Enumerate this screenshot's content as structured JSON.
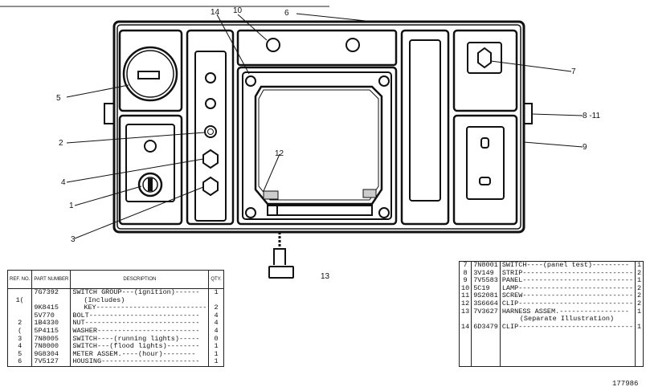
{
  "callouts": {
    "c1": "1",
    "c2": "2",
    "c3": "3",
    "c4": "4",
    "c5": "5",
    "c6": "6",
    "c7": "7",
    "c8_11": "8 -11",
    "c9": "9",
    "c10": "10",
    "c12": "12",
    "c13": "13",
    "c14": "14"
  },
  "headers": {
    "ref": "REF. NO.",
    "part": "PART NUMBER",
    "desc": "DESCRIPTION",
    "qty": "QTY."
  },
  "left_rows": [
    {
      "ref": "",
      "part": "7G7392",
      "desc": "SWITCH GROUP---(ignition)------",
      "qty": "1"
    },
    {
      "ref": "1(",
      "part": "",
      "desc": "(Includes)",
      "qty": ""
    },
    {
      "ref": "",
      "part": "9K8415",
      "desc": "KEY---------------------------",
      "qty": "2"
    },
    {
      "ref": "",
      "part": "5V770",
      "desc": "BOLT---------------------------",
      "qty": "4"
    },
    {
      "ref": "2",
      "part": "1B4330",
      "desc": "NUT----------------------------",
      "qty": "4"
    },
    {
      "ref": "(",
      "part": "5P4115",
      "desc": "WASHER-------------------------",
      "qty": "4"
    },
    {
      "ref": "3",
      "part": "7N8005",
      "desc": "SWITCH----(running lights)-----",
      "qty": "0"
    },
    {
      "ref": "4",
      "part": "7N8000",
      "desc": "SWITCH---(flood lights)--------",
      "qty": "1"
    },
    {
      "ref": "5",
      "part": "9G8304",
      "desc": "METER ASSEM.----(hour)--------",
      "qty": "1"
    },
    {
      "ref": "6",
      "part": "7V5127",
      "desc": "HOUSING------------------------",
      "qty": "1"
    }
  ],
  "right_rows": [
    {
      "ref": "7",
      "part": "7N8001",
      "desc": "SWITCH----(panel test)---------",
      "qty": "1"
    },
    {
      "ref": "8",
      "part": "3V149",
      "desc": "STRIP---------------------------",
      "qty": "2"
    },
    {
      "ref": "9",
      "part": "7V5583",
      "desc": "PANEL---------------------------",
      "qty": "1"
    },
    {
      "ref": "10",
      "part": "5C19",
      "desc": "LAMP----------------------------",
      "qty": "2"
    },
    {
      "ref": "11",
      "part": "9S2081",
      "desc": "SCREW---------------------------",
      "qty": "2"
    },
    {
      "ref": "12",
      "part": "3S6664",
      "desc": "CLIP----------------------------",
      "qty": "2"
    },
    {
      "ref": "13",
      "part": "7V3627",
      "desc": "HARNESS ASSEM.-----------------",
      "qty": "1"
    },
    {
      "ref": "",
      "part": "",
      "desc": "(Separate Illustration)",
      "qty": ""
    },
    {
      "ref": "14",
      "part": "6D3479",
      "desc": "CLIP----------------------------",
      "qty": "1"
    }
  ],
  "figure_number": "177986"
}
